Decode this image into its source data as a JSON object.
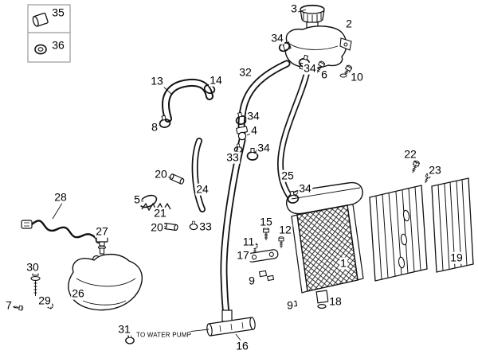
{
  "diagram": {
    "note": "TO WATER PUMP",
    "colors": {
      "background": "#ffffff",
      "line": "#111111",
      "legend_border": "#999999"
    },
    "labels": [
      {
        "n": "35"
      },
      {
        "n": "36"
      },
      {
        "n": "3"
      },
      {
        "n": "2"
      },
      {
        "n": "34"
      },
      {
        "n": "34"
      },
      {
        "n": "6"
      },
      {
        "n": "10"
      },
      {
        "n": "13"
      },
      {
        "n": "14"
      },
      {
        "n": "32"
      },
      {
        "n": "8"
      },
      {
        "n": "34"
      },
      {
        "n": "4"
      },
      {
        "n": "34"
      },
      {
        "n": "33"
      },
      {
        "n": "22"
      },
      {
        "n": "23"
      },
      {
        "n": "20"
      },
      {
        "n": "25"
      },
      {
        "n": "24"
      },
      {
        "n": "34"
      },
      {
        "n": "5"
      },
      {
        "n": "21"
      },
      {
        "n": "28"
      },
      {
        "n": "20"
      },
      {
        "n": "33"
      },
      {
        "n": "15"
      },
      {
        "n": "12"
      },
      {
        "n": "11"
      },
      {
        "n": "27"
      },
      {
        "n": "17"
      },
      {
        "n": "1"
      },
      {
        "n": "19"
      },
      {
        "n": "30"
      },
      {
        "n": "9"
      },
      {
        "n": "26"
      },
      {
        "n": "29"
      },
      {
        "n": "7"
      },
      {
        "n": "9"
      },
      {
        "n": "18"
      },
      {
        "n": "31"
      },
      {
        "n": "16"
      }
    ]
  }
}
